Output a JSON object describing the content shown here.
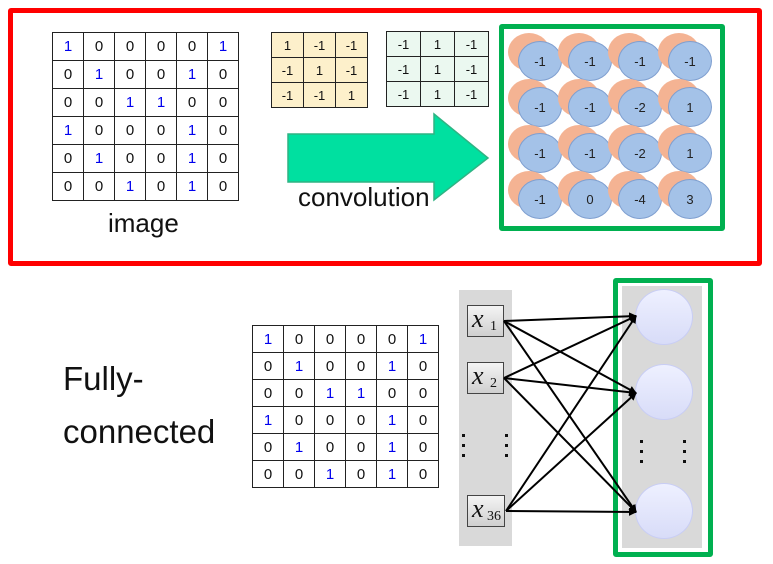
{
  "convolution_section": {
    "image_label": "image",
    "image_matrix": [
      [
        "1",
        "0",
        "0",
        "0",
        "0",
        "1"
      ],
      [
        "0",
        "1",
        "0",
        "0",
        "1",
        "0"
      ],
      [
        "0",
        "0",
        "1",
        "1",
        "0",
        "0"
      ],
      [
        "1",
        "0",
        "0",
        "0",
        "1",
        "0"
      ],
      [
        "0",
        "1",
        "0",
        "0",
        "1",
        "0"
      ],
      [
        "0",
        "0",
        "1",
        "0",
        "1",
        "0"
      ]
    ],
    "filter1": [
      [
        "1",
        "-1",
        "-1"
      ],
      [
        "-1",
        "1",
        "-1"
      ],
      [
        "-1",
        "-1",
        "1"
      ]
    ],
    "filter2": [
      [
        "-1",
        "1",
        "-1"
      ],
      [
        "-1",
        "1",
        "-1"
      ],
      [
        "-1",
        "1",
        "-1"
      ]
    ],
    "arrow_label": "convolution",
    "feature_map": [
      [
        "-1",
        "-1",
        "-1",
        "-1"
      ],
      [
        "-1",
        "-1",
        "-2",
        "1"
      ],
      [
        "-1",
        "-1",
        "-2",
        "1"
      ],
      [
        "-1",
        "0",
        "-4",
        "3"
      ]
    ]
  },
  "fully_connected_section": {
    "title_line1": "Fully-",
    "title_line2": "connected",
    "image_matrix": [
      [
        "1",
        "0",
        "0",
        "0",
        "0",
        "1"
      ],
      [
        "0",
        "1",
        "0",
        "0",
        "1",
        "0"
      ],
      [
        "0",
        "0",
        "1",
        "1",
        "0",
        "0"
      ],
      [
        "1",
        "0",
        "0",
        "0",
        "1",
        "0"
      ],
      [
        "0",
        "1",
        "0",
        "0",
        "1",
        "0"
      ],
      [
        "0",
        "0",
        "1",
        "0",
        "1",
        "0"
      ]
    ],
    "inputs": [
      {
        "var": "x",
        "sub": "1"
      },
      {
        "var": "x",
        "sub": "2"
      },
      {
        "var": "x",
        "sub": "36"
      }
    ],
    "hidden_nodes_shown": 3,
    "ellipsis": "vertical-dots"
  },
  "colors": {
    "outer_box": "#ff0000",
    "highlight_box": "#00b050",
    "arrow_fill": "#00e0a0",
    "filter1_bg": "#fdf0cb",
    "filter2_bg": "#ebf8f0",
    "feature_front": "#a4c2e8",
    "feature_back": "#f4b393",
    "one_digit": "#0000ee",
    "column_bg": "#d9d9d9",
    "node_fill": "#e4e7fb"
  }
}
